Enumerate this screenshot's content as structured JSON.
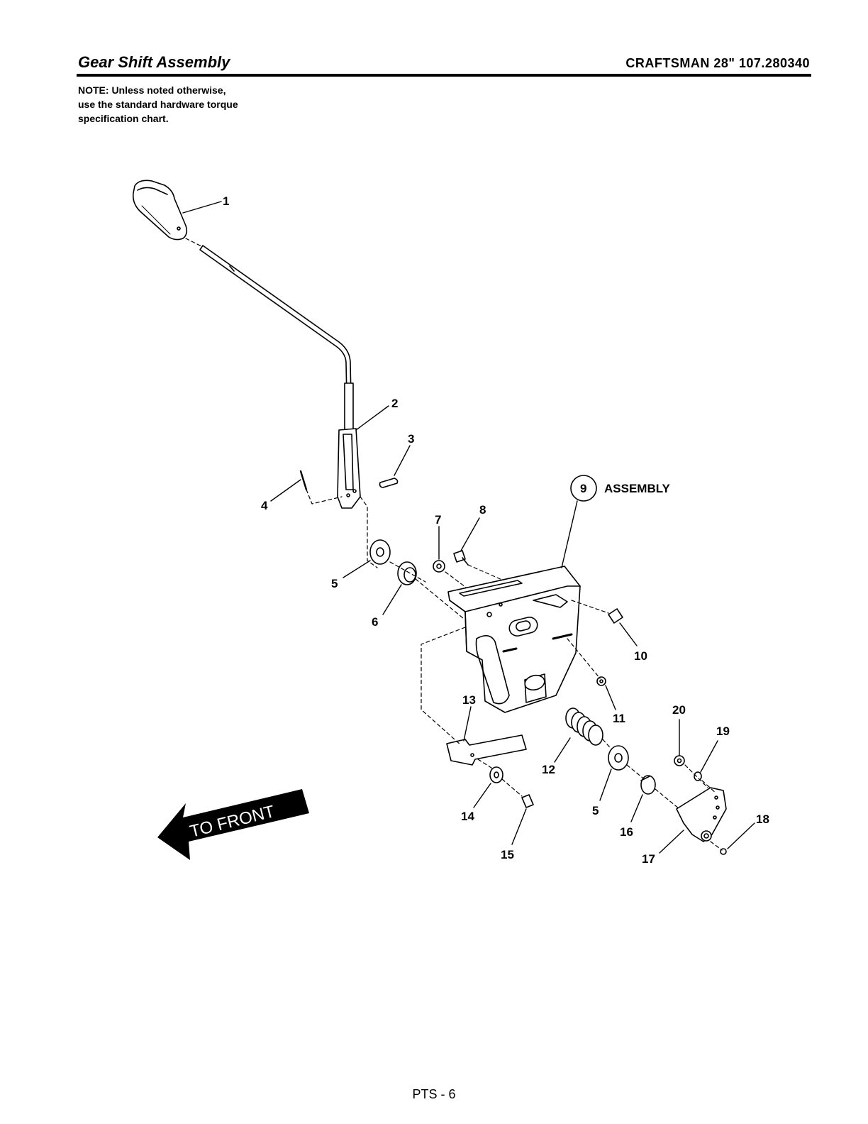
{
  "header": {
    "title": "Gear Shift Assembly",
    "model": "CRAFTSMAN 28\" 107.280340"
  },
  "note": {
    "lines": [
      "NOTE: Unless noted otherwise,",
      "use the standard hardware torque",
      "specification chart."
    ]
  },
  "diagram": {
    "callouts": {
      "c1": "1",
      "c2": "2",
      "c3": "3",
      "c4": "4",
      "c5a": "5",
      "c5b": "5",
      "c6": "6",
      "c7": "7",
      "c8": "8",
      "c9": "9",
      "c9_label": "ASSEMBLY",
      "c10": "10",
      "c11": "11",
      "c12": "12",
      "c13": "13",
      "c14": "14",
      "c15": "15",
      "c16": "16",
      "c17": "17",
      "c18": "18",
      "c19": "19",
      "c20": "20"
    },
    "direction_arrow": "TO FRONT"
  },
  "footer": {
    "page": "PTS - 6"
  }
}
